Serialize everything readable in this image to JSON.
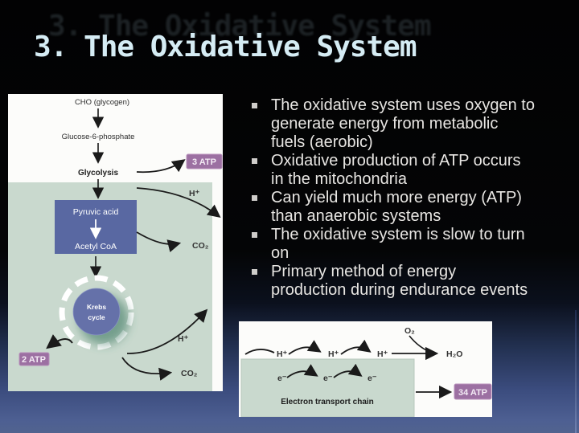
{
  "slide": {
    "title": "3. The Oxidative System",
    "bullets": [
      {
        "lines": [
          "The oxidative system uses oxygen to",
          "generate energy from metabolic",
          "fuels (aerobic)"
        ]
      },
      {
        "lines": [
          "Oxidative production of ATP occurs",
          "in the  mitochondria"
        ]
      },
      {
        "lines": [
          "Can yield much more energy (ATP)",
          "than anaerobic systems"
        ]
      },
      {
        "lines": [
          "The oxidative system is slow to turn",
          "on"
        ]
      },
      {
        "lines": [
          "Primary method of energy",
          "production during endurance events"
        ]
      }
    ]
  },
  "glycolysis_diagram": {
    "cho": "CHO (glycogen)",
    "g6p": "Glucose-6-phosphate",
    "glycolysis": "Glycolysis",
    "atp3": "3 ATP",
    "pyruvic_acid": "Pyruvic acid",
    "acetyl_coa": "Acetyl CoA",
    "h_plus": "H⁺",
    "co2": "CO₂",
    "krebs_line1": "Krebs",
    "krebs_line2": "cycle",
    "atp2": "2 ATP"
  },
  "etc_diagram": {
    "h_plus": "H⁺",
    "electron": "e⁻",
    "o2": "O₂",
    "h2o": "H₂O",
    "label": "Electron transport chain",
    "atp34": "34 ATP"
  },
  "colors": {
    "badge_purple": "#9c70a2",
    "panel_green": "#c9d9ce",
    "box_blue": "#5968a2",
    "krebs_blue": "#6571a9",
    "title_text": "#d5ecf4",
    "slide_bottom_blue": "#4d5f92"
  }
}
